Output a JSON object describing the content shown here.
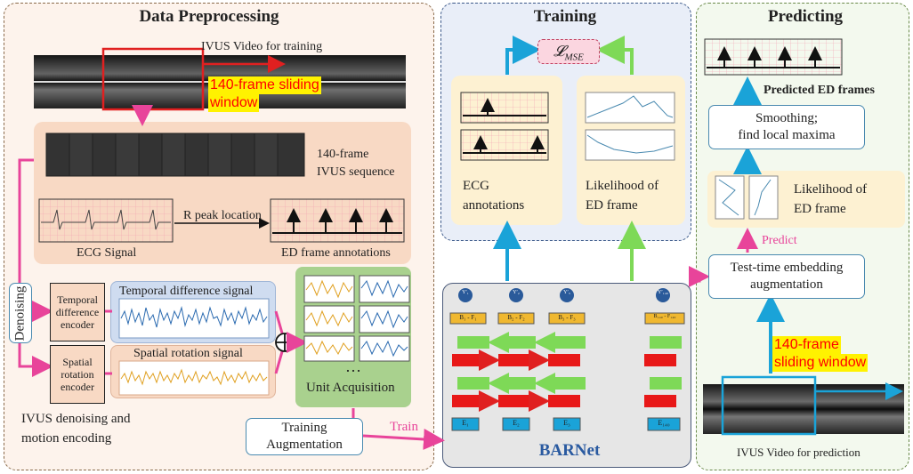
{
  "sections": {
    "preprocessing": "Data Preprocessing",
    "training": "Training",
    "predicting": "Predicting"
  },
  "preprocessing": {
    "video_label": "IVUS Video for training",
    "sliding_window": [
      "140-frame sliding",
      "window"
    ],
    "sequence_label": [
      "140-frame",
      "IVUS sequence"
    ],
    "r_peak": "R peak location",
    "ecg_signal": "ECG Signal",
    "ed_annotations": "ED frame annotations",
    "denoising": "Denoising",
    "temporal_encoder": [
      "Temporal",
      "difference",
      "encoder"
    ],
    "spatial_encoder": [
      "Spatial",
      "rotation",
      "encoder"
    ],
    "temporal_signal": "Temporal difference signal",
    "spatial_signal": "Spatial rotation signal",
    "unit_acquisition": "Unit Acquisition",
    "ellipsis": "…",
    "denoise_caption": [
      "IVUS denoising and",
      "motion encoding"
    ],
    "training_aug": [
      "Training",
      "Augmentation"
    ],
    "train": "Train"
  },
  "training": {
    "loss": "𝓛",
    "loss_sub": "MSE",
    "ecg_annotations": [
      "ECG",
      "annotations"
    ],
    "likelihood": [
      "Likelihood of",
      "ED frame"
    ],
    "barnet": "BARNet",
    "outputs": [
      "Y′₁",
      "Y′₂",
      "Y′₃",
      "Y′₁₄₀"
    ],
    "states": [
      "B₁ - F₁",
      "B₂ - F₂",
      "B₃ - F₃",
      "B₁₄₀ - F₁₄₀"
    ],
    "inputs": [
      "E₁",
      "E₂",
      "E₃",
      "E₁₄₀"
    ]
  },
  "predicting": {
    "predicted_ed": "Predicted ED frames",
    "smoothing": [
      "Smoothing;",
      "find local maxima"
    ],
    "likelihood": [
      "Likelihood of",
      "ED frame"
    ],
    "predict": "Predict",
    "test_time": [
      "Test-time embedding",
      "augmentation"
    ],
    "sliding_window": [
      "140-frame",
      "sliding window"
    ],
    "video_label": "IVUS Video for prediction"
  },
  "colors": {
    "pink_arrow": "#e8449a",
    "blue_arrow": "#1aa3d8",
    "green_arrow": "#7ed957",
    "orange_fill": "#f8d9c4",
    "yellow_fill": "#fdf1d2",
    "green_fill": "#a9d18e"
  }
}
